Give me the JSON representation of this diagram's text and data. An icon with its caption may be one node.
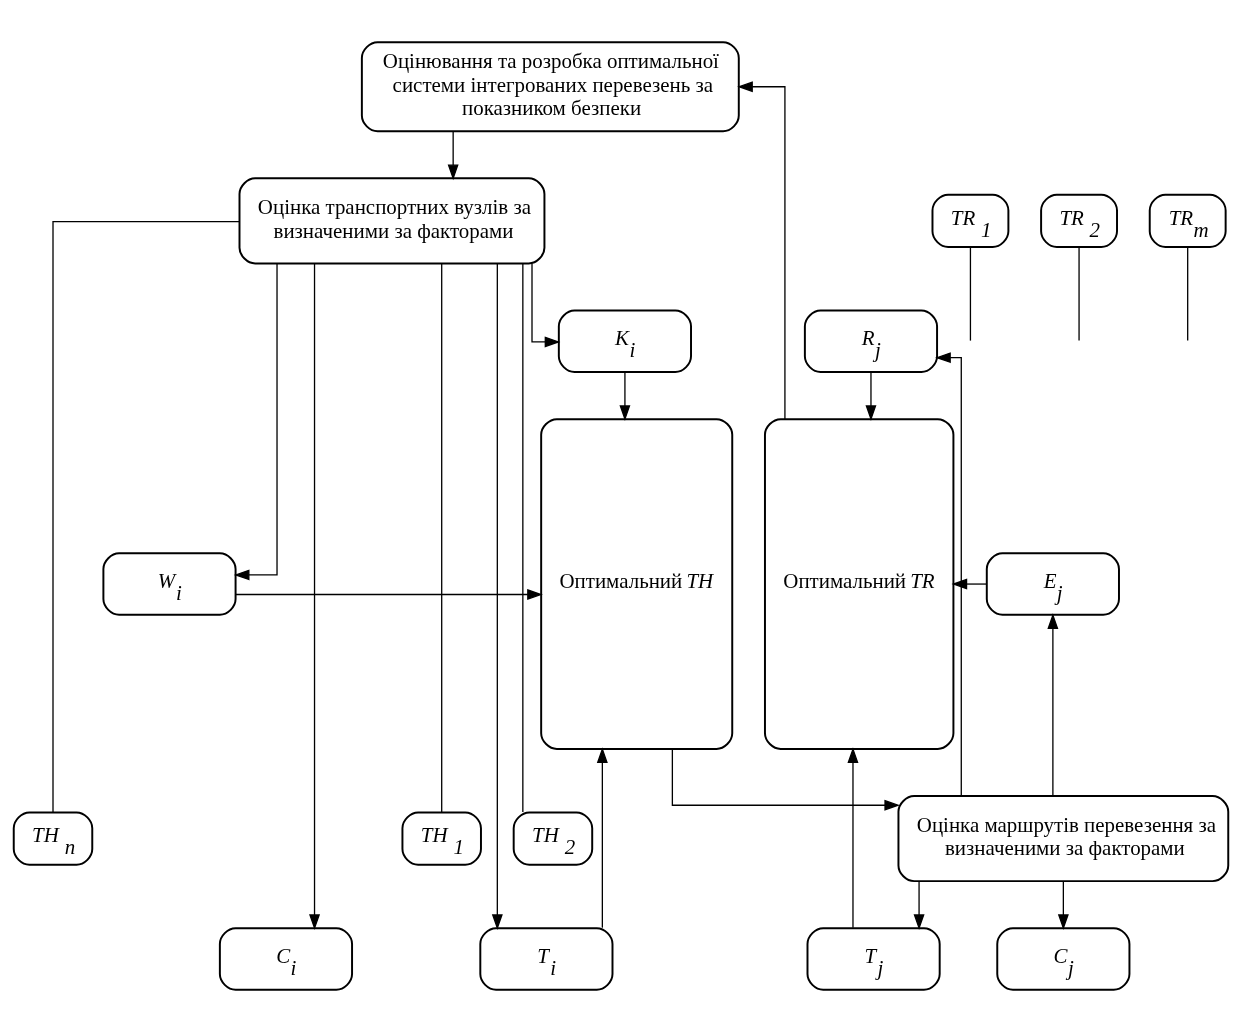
{
  "diagram": {
    "nodes": [
      {
        "text": [
          "Оцінювання та розробка оптимальної системи інтегрованих перевезень за показником безпеки"
        ]
      },
      {
        "text": [
          "Оцінка транспортних вузлів за визначеними за факторами"
        ]
      },
      {
        "text": [
          "K$_{i}$"
        ]
      },
      {
        "text": [
          "W$_{i}$"
        ]
      },
      {
        "text": [
          "T$_{i}$"
        ]
      },
      {
        "text": [
          "C$_{i}$"
        ]
      },
      {
        "text": [
          "Оптимальний *TH*"
        ]
      },
      {
        "text": [
          "TH $_{1}$"
        ]
      },
      {
        "text": [
          "TH $_{2}$"
        ]
      },
      {
        "text": [
          "TH $_{n}$"
        ]
      },
      {
        "text": [
          "Оптимальний *TR*"
        ]
      },
      {
        "text": [
          "TR $_{1}$"
        ]
      },
      {
        "text": [
          "TR $_{2}$"
        ]
      },
      {
        "text": [
          "TR$_{m}$"
        ]
      },
      {
        "text": [
          "R$_{j}$"
        ]
      },
      {
        "text": [
          "E$_{j}$"
        ]
      },
      {
        "text": [
          "T$_{j}$"
        ]
      },
      {
        "text": [
          "C$_{j}$"
        ]
      },
      {
        "text": [
          "Оцінка маршрутів перевезення за визначеними за факторами"
        ]
      }
    ],
    "edges": [
      {
        "from": 0,
        "to": 1,
        "arrow": "to"
      },
      {
        "from": 1,
        "to": 2,
        "arrow": "to"
      },
      {
        "from": 1,
        "to": 3,
        "arrow": "to"
      },
      {
        "from": 1,
        "to": 4,
        "arrow": "to"
      },
      {
        "from": 1,
        "to": 5,
        "arrow": "to"
      },
      {
        "from": 2,
        "to": 6,
        "arrow": "to"
      },
      {
        "from": 3,
        "to": 6,
        "arrow": "to"
      },
      {
        "from": 4,
        "to": 6,
        "arrow": "to"
      },
      {
        "from": 7,
        "to": 1,
        "arrow": "none"
      },
      {
        "from": 8,
        "to": 1,
        "arrow": "none"
      },
      {
        "from": 9,
        "to": 1,
        "arrow": "none"
      },
      {
        "from": 6,
        "to": 18,
        "arrow": "to"
      },
      {
        "from": 18,
        "to": 14,
        "arrow": "to"
      },
      {
        "from": 18,
        "to": 15,
        "arrow": "to"
      },
      {
        "from": 18,
        "to": 16,
        "arrow": "to"
      },
      {
        "from": 18,
        "to": 17,
        "arrow": "to"
      },
      {
        "from": 14,
        "to": 10,
        "arrow": "to"
      },
      {
        "from": 15,
        "to": 10,
        "arrow": "to"
      },
      {
        "from": 16,
        "to": 10,
        "arrow": "to"
      },
      {
        "from": 10,
        "to": 0,
        "arrow": "to"
      },
      {
        "from": 11,
        "to": null,
        "arrow": "none"
      },
      {
        "from": 12,
        "to": null,
        "arrow": "none"
      },
      {
        "from": 13,
        "to": null,
        "arrow": "none"
      }
    ]
  }
}
